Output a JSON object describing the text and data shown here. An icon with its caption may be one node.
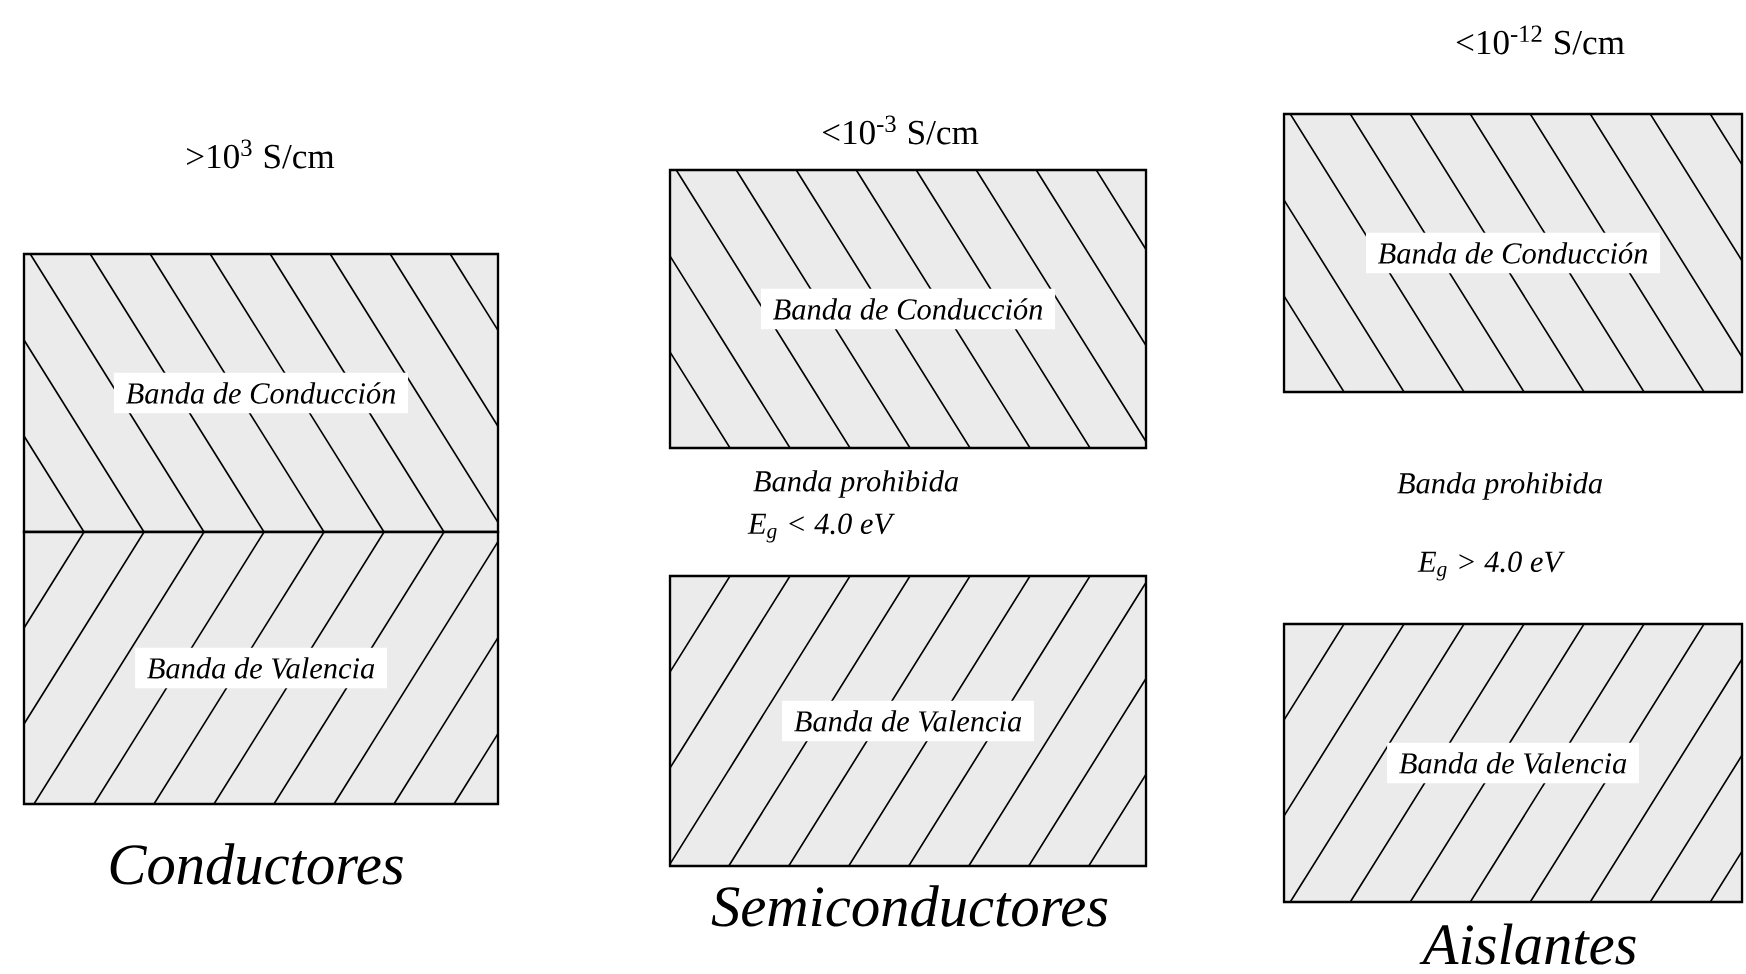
{
  "diagram": {
    "nodes": [
      {
        "text": [
          "Banda de Conducción"
        ]
      },
      {
        "text": [
          "Banda de Valencia"
        ]
      },
      {
        "text": [
          "Banda de Conducción"
        ]
      },
      {
        "text": [
          "Banda de Valencia"
        ]
      },
      {
        "text": [
          "Banda de Conducción"
        ]
      },
      {
        "text": [
          "Banda de Valencia"
        ]
      }
    ],
    "labels": [
      ">10$^{3}$ S/cm",
      "Conductores",
      "<10$^{-3}$ S/cm",
      "Banda prohibida",
      "E$_{g}$ < 4.0 eV",
      "Semiconductores",
      "<10$^{-12}$ S/cm",
      "Banda prohibida",
      "E$_{g}$ > 4.0 eV",
      "Aislantes"
    ]
  }
}
